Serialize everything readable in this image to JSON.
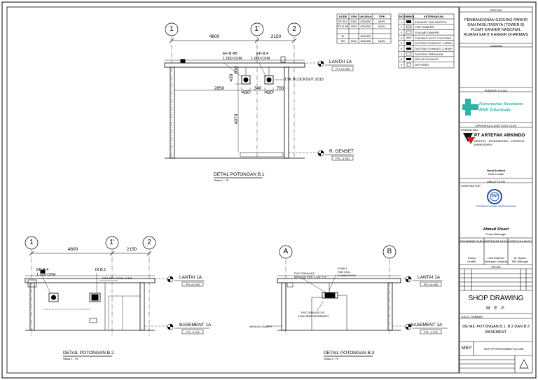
{
  "title_block": {
    "header": "PROYEK",
    "project_lines": [
      "PEMBANGUNAN GEDUNG PARKIR",
      "DAN FASILITASNYA (TOWER B)",
      "PUSAT KANKER NASIONAL",
      "RUMAH SAKIT KANKER DHARMAIS"
    ],
    "notes_label": "CATATAN",
    "owner_label": "PEMBERI TUGAS",
    "owner_logo_text": "Kementerian Kesehatan",
    "owner_logo_subtext": "RSK Dharmais",
    "owner_caption": "DIPERIKSA & DISETUJUI OLEH",
    "consultant_label": "KONSULTAN",
    "consultant_name": "PT ARTEFAK ARKINDO",
    "consultant_sub": "ARSITEK · ENGINEERING · INTERIOR · MANAJEMEN",
    "consultant_person": "Nuna Arifiana",
    "consultant_role": "Team Leader",
    "contractor_label": "DIBUAT OLEH",
    "contractor_head": "KONTRAKTOR",
    "contractor_logo": "PP",
    "contractor_logo_sub": "PEMBANGUNAN PERUMAHAN",
    "contractor_person": "Ahmad Shueri",
    "contractor_role": "Project Manager",
    "sign_headers": [
      "DIGAMBAR OLEH",
      "DIPERIKSA OLEH",
      "DISETUJUI OLEH"
    ],
    "sign_names": [
      "Fauzy",
      "Lutfi Rahman",
      "M. Syahri"
    ],
    "sign_roles": [
      "Drafter",
      "Manager Drawing",
      "Site Manager"
    ],
    "revision_label": "REVISI",
    "drawing_type": "SHOP DRAWING",
    "discipline": "M E P",
    "drawing_title_label": "JUDUL GAMBAR",
    "drawing_title": [
      "DETAIL POTONGAN B.1, B.2 DAN B.3",
      "BASEMENT"
    ],
    "code_label": "MEP",
    "drawing_number": "SD/PTPP/RSKD/BMEP-AC-036"
  },
  "legend_table_1": {
    "headers": [
      "KODE",
      "CFM",
      "UKURAN",
      "TIPE"
    ],
    "rows": [
      [
        "EF-B.4",
        "1000",
        "400x250",
        "VAKU"
      ],
      [
        "EF-B.4B",
        "1000",
        "400x250",
        "VAKU"
      ],
      [
        "",
        "",
        "",
        ""
      ],
      [
        "DI",
        "",
        "400x250",
        ""
      ],
      [
        "SD",
        "1000",
        "400x250",
        "VAKU"
      ]
    ]
  },
  "legend_table_2": {
    "headers": [
      "NO",
      "SIMBOL",
      "KETERANGAN"
    ],
    "rows": [
      [
        "1",
        "",
        "EXHAUST FAN DUCTED"
      ],
      [
        "2",
        "",
        "FIRE DAMPER"
      ],
      [
        "3",
        "",
        "VOLUME DAMPER"
      ],
      [
        "4",
        "",
        "FLEXIBLE DUCT / DUCTING"
      ],
      [
        "5",
        "",
        "DUCTING EXHAUST 1 ARAH"
      ],
      [
        "6",
        "",
        "DUCTING EXHAUST 2 ARAH"
      ],
      [
        "7",
        "",
        "DUCTING FRESH AIR"
      ],
      [
        "8",
        "",
        "GRILLE EXHAUST"
      ],
      [
        "9",
        "",
        "DIFFUSER"
      ]
    ]
  },
  "section_b1": {
    "grids": [
      "1",
      "1'",
      "2"
    ],
    "dim_a": "4800",
    "dim_b": "2150",
    "fan_1_code": "EF-B.4B",
    "fan_1_cfm": "1.000 CFM",
    "fan_2_code": "EF-B.4",
    "fan_2_cfm": "1.000 CFM",
    "dim_2850": "2850",
    "dim_430": "430",
    "dim_340": "340",
    "dim_700": "700",
    "dim_430b": "430",
    "dim_800": "800",
    "dim_430v": "430",
    "dim_4070": "4070",
    "blockout_note": "TTK BLOCKOUT 2015",
    "level_1": "LANTAI 1A",
    "level_1_elev": "FFL ±0.000",
    "level_2": "R. GENSET",
    "level_2_elev": "FFL -4.700",
    "title": "DETAIL POTONGAN B.1",
    "scale": "Skala 1 : 75"
  },
  "section_b2": {
    "grids": [
      "1",
      "1'",
      "2"
    ],
    "dim_a": "4800",
    "dim_b": "2150",
    "fan_code": "EF-B.4",
    "fan_cfm": "1.000 CFM",
    "di_code": "DI B.1",
    "di_note": "PIPA REF. Ø 3/8 / Ø 5/8",
    "level_1": "LANTAI 1A",
    "level_1_elev": "FFL ±0.000",
    "level_2": "BASEMENT 1A",
    "level_2_elev": "FFL -4.700",
    "title": "DETAIL POTONGAN B.2",
    "scale": "Skala 1 : 75"
  },
  "section_b3": {
    "grids": [
      "A",
      "B"
    ],
    "note_1": "PVC DRAIN Ø1\"",
    "note_1b": "MENUJU PIPE 1 1/4\" X 1\"",
    "note_2": "EVAB 1",
    "note_2b": "FAN COIL",
    "note_2c": "KONDENSOR",
    "note_3": "PVC DRAIN Ø 3/4\"",
    "note_3b": "(SALURAN DRAINASE)",
    "note_4": "MENUJU SUMPIT",
    "level_1": "LANTAI 1A",
    "level_1_elev": "FFL ±0.000",
    "level_2": "BASEMENT 1A",
    "level_2_elev": "FFL -4.700",
    "title": "DETAIL POTONGAN B.3",
    "scale": "Skala 1 : 75"
  }
}
